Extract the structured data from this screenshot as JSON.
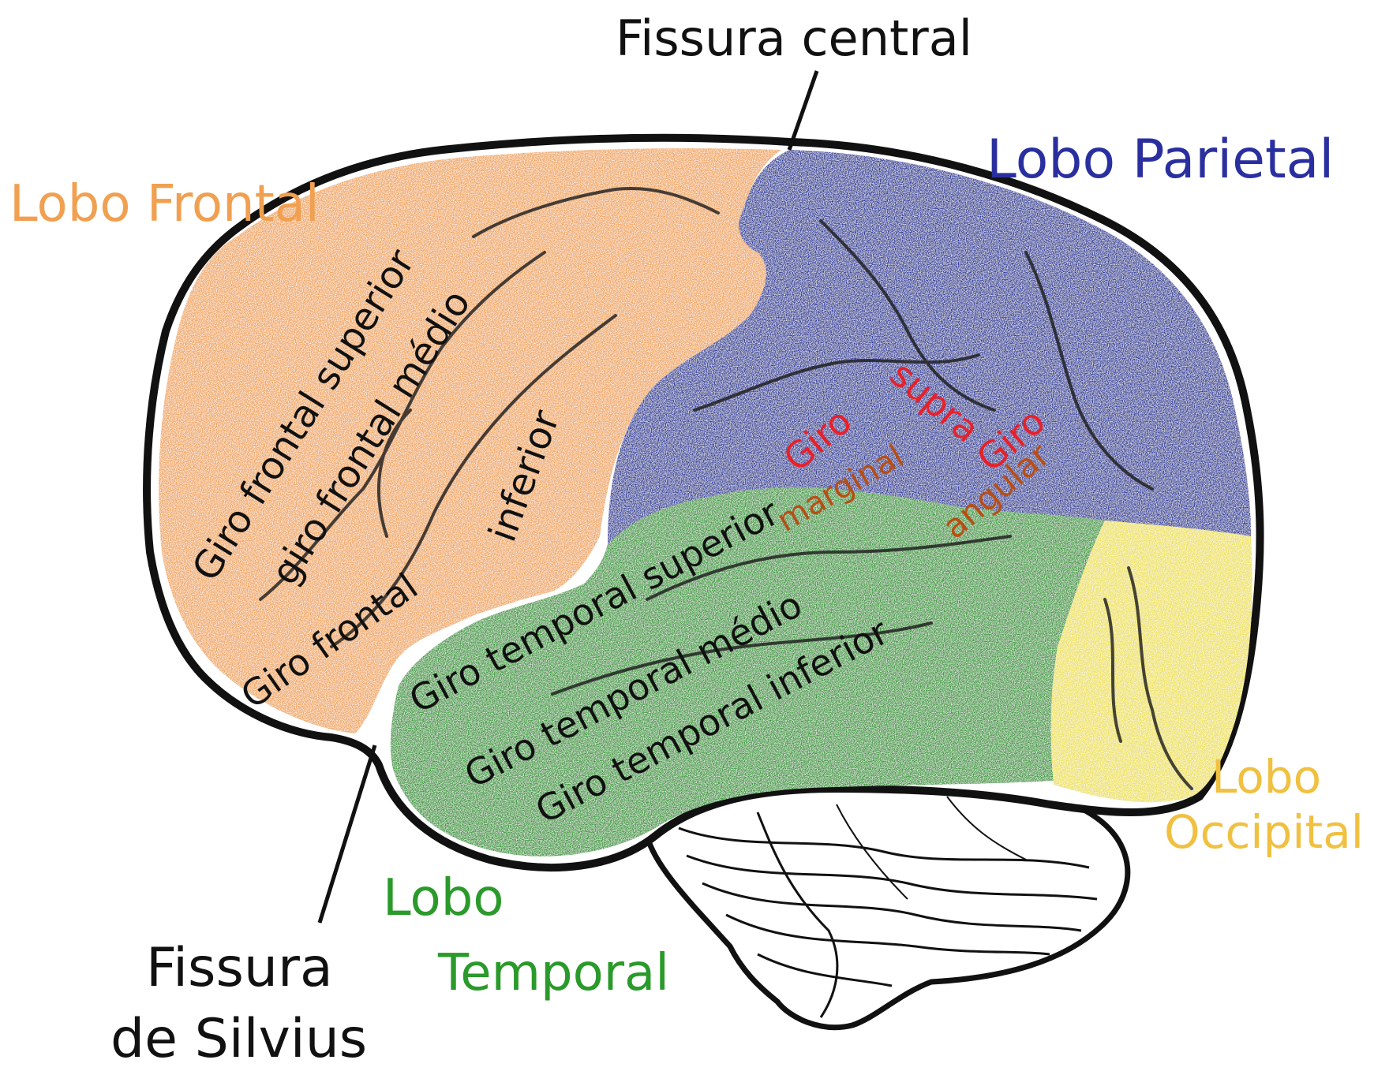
{
  "colors": {
    "frontal": "#f0a860",
    "parietal": "#2e3a9a",
    "temporal": "#3a9a3a",
    "occipital": "#eee15a",
    "outline": "#111111",
    "label_frontal": "#f0a050",
    "label_parietal": "#2a2fa0",
    "label_temporal": "#2a9a2a",
    "label_occipital": "#f0c040",
    "label_gyrus": "#111111",
    "label_parietal_gyrus": "#e8202a",
    "label_parietal_gyrus_overlap": "#b84e14"
  },
  "labels": {
    "fissura_central": "Fissura central",
    "lobo_parietal": "Lobo Parietal",
    "lobo_frontal": "Lobo Frontal",
    "lobo_occipital_1": "Lobo",
    "lobo_occipital_2": "Occipital",
    "lobo_temporal_1": "Lobo",
    "lobo_temporal_2": "Temporal",
    "fissura_silvius_1": "Fissura",
    "fissura_silvius_2": "de Silvius"
  },
  "gyri": {
    "frontal_superior": "Giro frontal superior",
    "frontal_medio": "giro frontal médio",
    "frontal_inferior_a": "Giro frontal",
    "frontal_inferior_b": "inferior",
    "supramarginal_a": "Giro",
    "supramarginal_b": "supra",
    "supramarginal_c": "marginal",
    "angular_a": "Giro",
    "angular_b": "angular",
    "temporal_superior": "Giro temporal superior",
    "temporal_medio": "Giro temporal médio",
    "temporal_inferior": "Giro temporal inferior"
  }
}
